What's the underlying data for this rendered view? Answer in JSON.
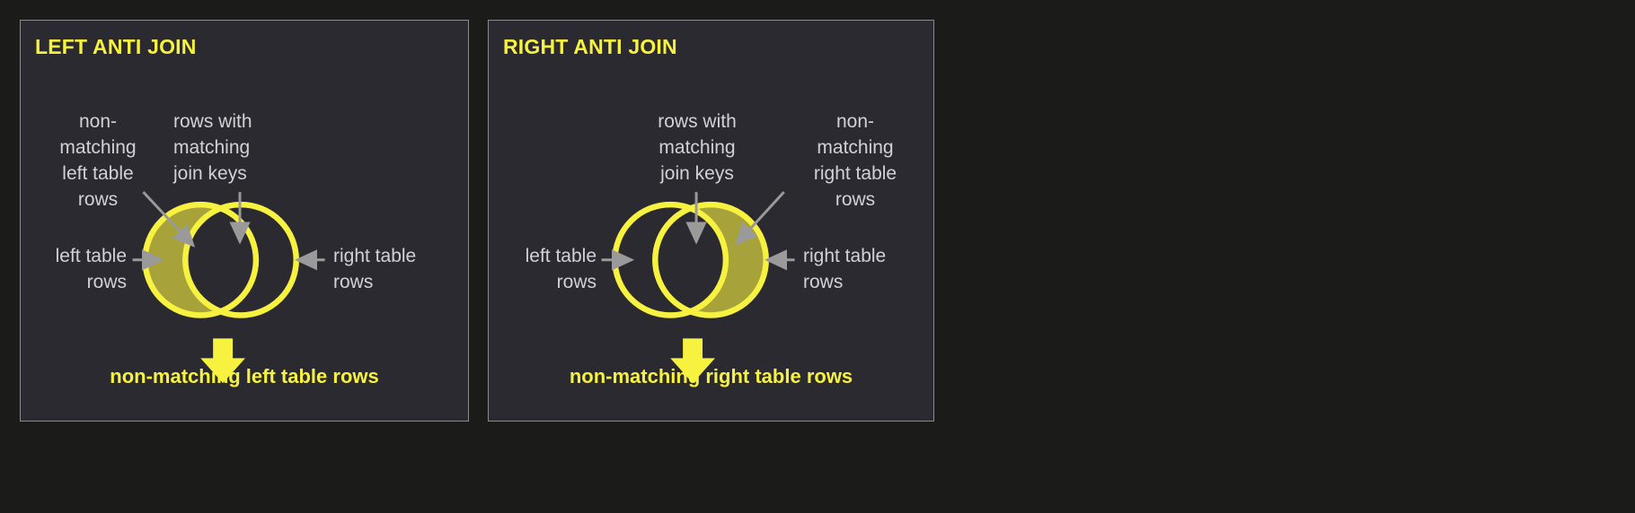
{
  "page": {
    "background_color": "#1b1b1a",
    "panel_background_color": "#2a2a30",
    "panel_border_color": "#8b8b8e",
    "accent_yellow": "#f7f23f",
    "fill_olive": "#b2ac3c",
    "annotation_gray": "#9a9a9a",
    "label_gray": "#d2d2d6"
  },
  "panels": [
    {
      "id": "left-anti-join",
      "title": "LEFT ANTI JOIN",
      "labels": {
        "non_matching": "non-\nmatching\nleft table\nrows",
        "matching": "rows with\nmatching\njoin keys",
        "left_side": "left table\nrows",
        "right_side": "right table\nrows"
      },
      "caption": "non-matching left table rows",
      "highlighted_region": "left-only"
    },
    {
      "id": "right-anti-join",
      "title": "RIGHT ANTI JOIN",
      "labels": {
        "matching": "rows with\nmatching\njoin keys",
        "non_matching": "non-\nmatching\nright table\nrows",
        "left_side": "left table\nrows",
        "right_side": "right table\nrows"
      },
      "caption": "non-matching right table rows",
      "highlighted_region": "right-only"
    }
  ]
}
